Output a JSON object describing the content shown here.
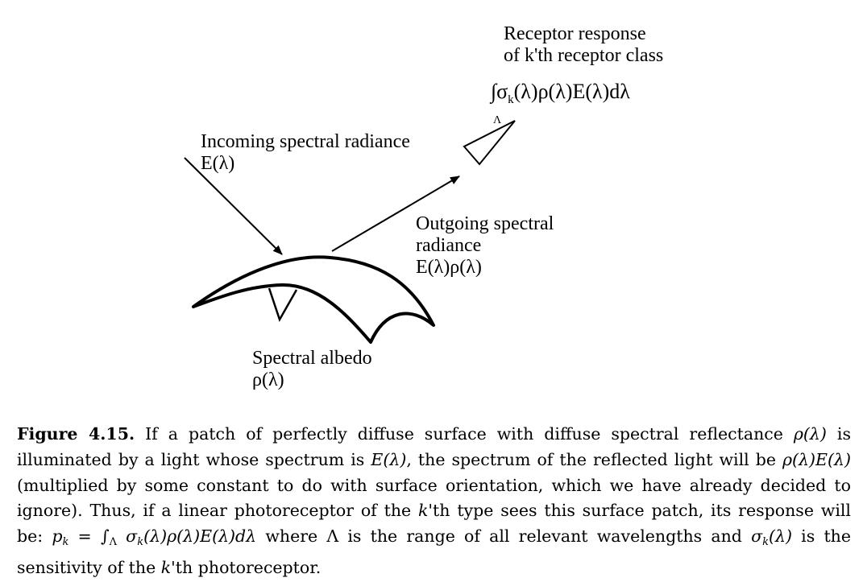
{
  "incoming": {
    "line1": "Incoming spectral radiance",
    "line2": "E(λ)"
  },
  "outgoing": {
    "line1": "Outgoing spectral",
    "line2": "radiance",
    "line3": "E(λ)ρ(λ)"
  },
  "receptor": {
    "line1": "Receptor response",
    "line2": "of k'th receptor class",
    "integral_sign": "∫",
    "integrand_sigma": "σ",
    "integrand_sub": "k",
    "integrand_rest": "(λ)ρ(λ)E(λ)dλ",
    "domain": "Λ"
  },
  "albedo": {
    "line1": "Spectral albedo",
    "line2": "ρ(λ)"
  },
  "caption": {
    "label": "Figure 4.15.",
    "text1": " If a patch of perfectly diffuse surface with diffuse spectral reflectance ",
    "m1": "ρ(λ)",
    "text2": " is illuminated by a light whose spectrum is ",
    "m2": "E(λ)",
    "text3": ", the spectrum of the reflected light will be ",
    "m3": "ρ(λ)E(λ)",
    "text4": " (multiplied by some constant to do with surface orientation, which we have already decided to ignore). Thus, if a linear photoreceptor of the ",
    "m4": "k",
    "text5": "'th type sees this surface patch, its response will be: ",
    "m5": "p",
    "m5sub": "k",
    "m5eq": " = ∫",
    "m5dom": "Λ",
    "m5b": " σ",
    "m5bsub": "k",
    "m5c": "(λ)ρ(λ)E(λ)dλ",
    "text6": " where Λ is the range of all relevant wavelengths and ",
    "m6": "σ",
    "m6sub": "k",
    "m6b": "(λ)",
    "text7": " is the sensitivity of the ",
    "m7": "k",
    "text8": "'th photoreceptor."
  }
}
